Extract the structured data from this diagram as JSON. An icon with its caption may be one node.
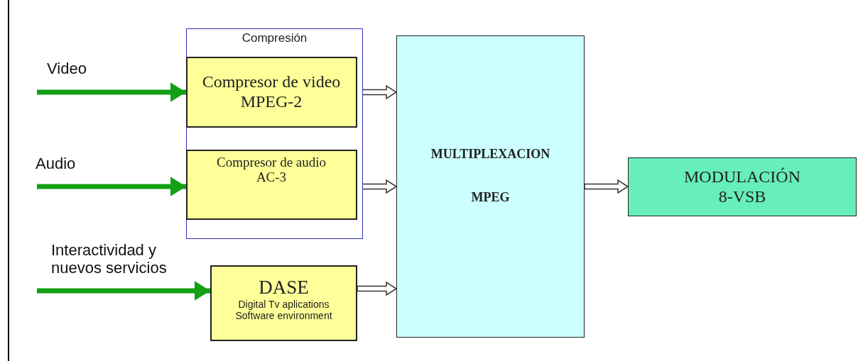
{
  "diagram": {
    "nodes": [
      {
        "text": [
          "Compresión"
        ]
      },
      {
        "text": [
          "Compresor de video MPEG-2"
        ],
        "in": 0
      },
      {
        "text": [
          "Compresor de audio AC-3"
        ],
        "in": 0
      },
      {
        "text": [
          "DASE",
          "Digital Tv aplications Software environment"
        ]
      },
      {
        "text": [
          "MULTIPLEXACION",
          "MPEG"
        ]
      },
      {
        "text": [
          "MODULACIÓN 8-VSB"
        ]
      }
    ],
    "edges": [
      {
        "from": null,
        "to": 1,
        "arrow": "to",
        "label": "Video",
        "color": "#13a013"
      },
      {
        "from": null,
        "to": 2,
        "arrow": "to",
        "label": "Audio",
        "color": "#13a013"
      },
      {
        "from": null,
        "to": 3,
        "arrow": "to",
        "label": "Interactividad y nuevos servicios",
        "color": "#13a013"
      },
      {
        "from": 1,
        "to": 4,
        "arrow": "to"
      },
      {
        "from": 2,
        "to": 4,
        "arrow": "to"
      },
      {
        "from": 3,
        "to": 4,
        "arrow": "to"
      },
      {
        "from": 4,
        "to": 5,
        "arrow": "to"
      }
    ]
  }
}
